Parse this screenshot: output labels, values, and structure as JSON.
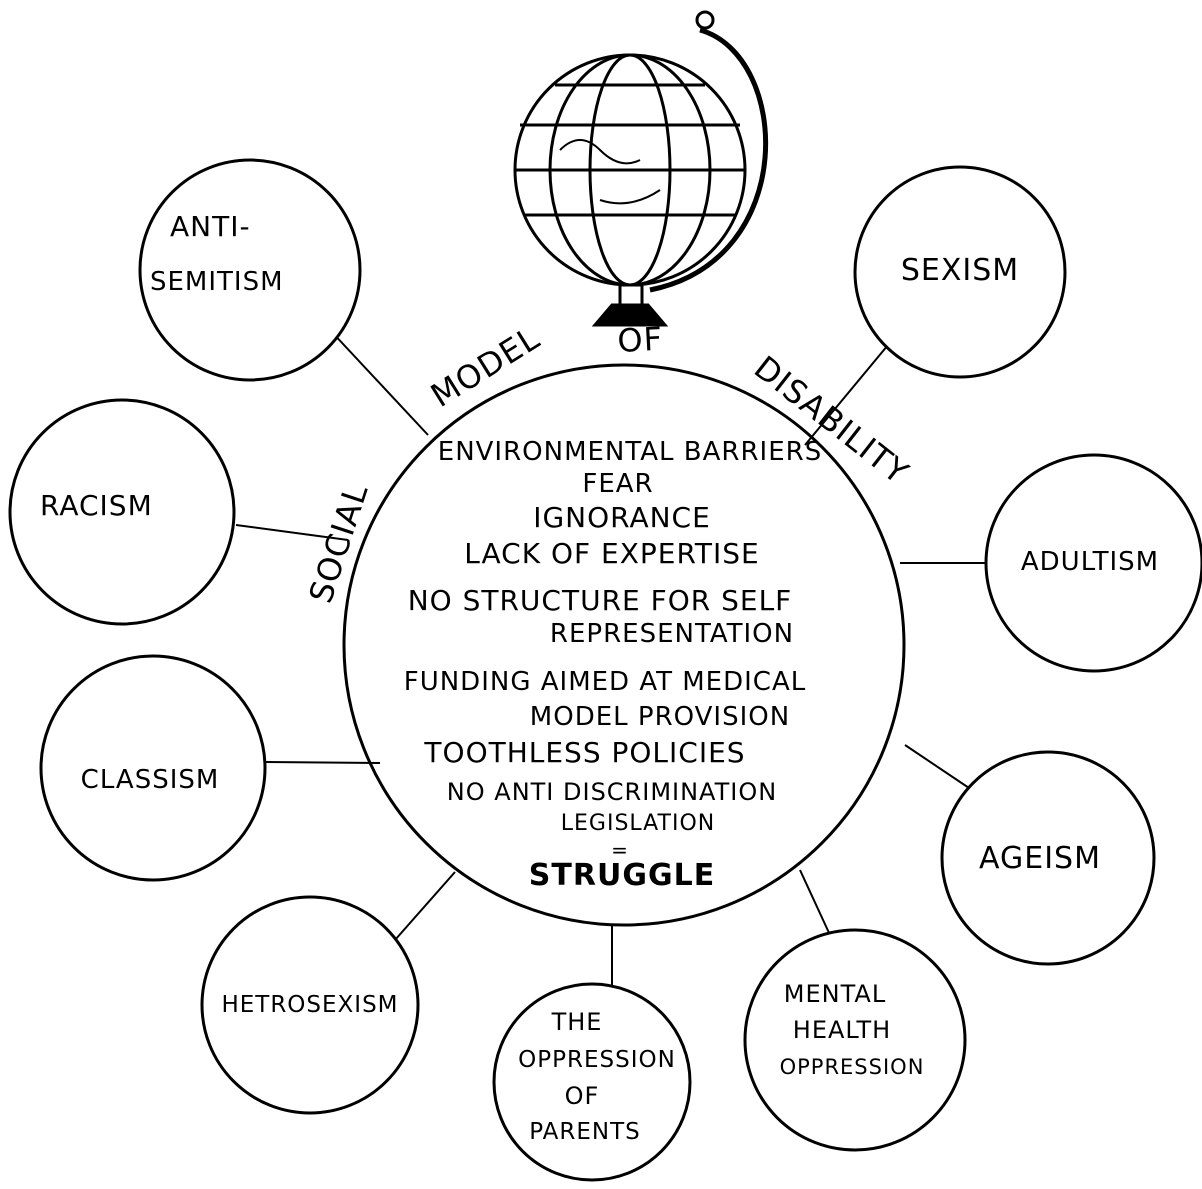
{
  "diagram": {
    "arc_title": {
      "social": "SOCIAL",
      "model": "MODEL",
      "of": "OF",
      "disability": "DISABILITY"
    },
    "center": {
      "lines": [
        "ENVIRONMENTAL BARRIERS",
        "FEAR",
        "IGNORANCE",
        "LACK OF EXPERTISE",
        "NO STRUCTURE FOR SELF",
        "REPRESENTATION",
        "FUNDING AIMED AT MEDICAL",
        "MODEL PROVISION",
        "TOOTHLESS POLICIES",
        "NO ANTI DISCRIMINATION",
        "LEGISLATION",
        "=",
        "STRUGGLE"
      ]
    },
    "satellites": {
      "anti_semitism": [
        "ANTI-",
        "SEMITISM"
      ],
      "sexism": [
        "SEXISM"
      ],
      "racism": [
        "RACISM"
      ],
      "adultism": [
        "ADULTISM"
      ],
      "classism": [
        "CLASSISM"
      ],
      "ageism": [
        "AGEISM"
      ],
      "hetrosexism": [
        "HETROSEXISM"
      ],
      "oppression_of_parents": [
        "THE",
        "OPPRESSION",
        "OF",
        "PARENTS"
      ],
      "mental_health": [
        "MENTAL",
        "HEALTH",
        "OPPRESSION"
      ]
    },
    "globe_icon": "globe-icon",
    "colors": {
      "ink": "#000000",
      "paper": "#ffffff"
    }
  }
}
